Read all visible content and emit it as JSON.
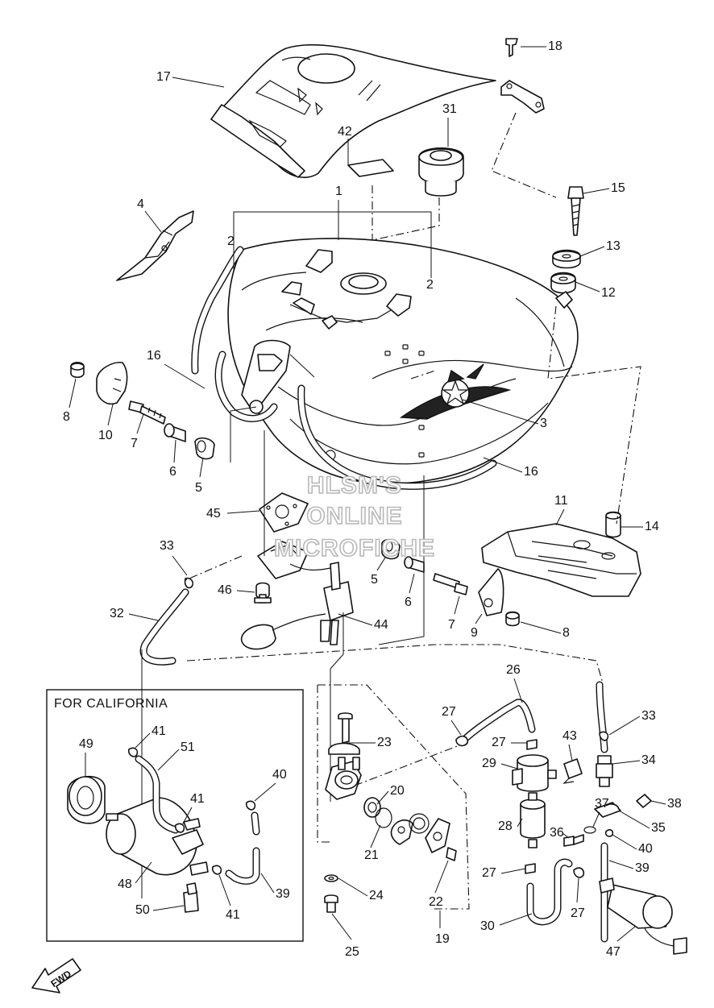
{
  "box_title": "FOR CALIFORNIA",
  "watermark": [
    "HLSM'S",
    "ONLINE",
    "MICROFICHE"
  ],
  "fwd_label": "FWD",
  "callouts": [
    {
      "id": "c17",
      "label": "17"
    },
    {
      "id": "c18",
      "label": "18"
    },
    {
      "id": "c42",
      "label": "42"
    },
    {
      "id": "c31",
      "label": "31"
    },
    {
      "id": "c1",
      "label": "1"
    },
    {
      "id": "c15",
      "label": "15"
    },
    {
      "id": "c4",
      "label": "4"
    },
    {
      "id": "c2a",
      "label": "2"
    },
    {
      "id": "c2b",
      "label": "2"
    },
    {
      "id": "c13",
      "label": "13"
    },
    {
      "id": "c12",
      "label": "12"
    },
    {
      "id": "c16a",
      "label": "16"
    },
    {
      "id": "c8a",
      "label": "8"
    },
    {
      "id": "c10",
      "label": "10"
    },
    {
      "id": "c7a",
      "label": "7"
    },
    {
      "id": "c6a",
      "label": "6"
    },
    {
      "id": "c5a",
      "label": "5"
    },
    {
      "id": "c3",
      "label": "3"
    },
    {
      "id": "c16b",
      "label": "16"
    },
    {
      "id": "c11",
      "label": "11"
    },
    {
      "id": "c14",
      "label": "14"
    },
    {
      "id": "c45",
      "label": "45"
    },
    {
      "id": "c33a",
      "label": "33"
    },
    {
      "id": "c5b",
      "label": "5"
    },
    {
      "id": "c46",
      "label": "46"
    },
    {
      "id": "c6b",
      "label": "6"
    },
    {
      "id": "c7b",
      "label": "7"
    },
    {
      "id": "c9",
      "label": "9"
    },
    {
      "id": "c8b",
      "label": "8"
    },
    {
      "id": "c32",
      "label": "32"
    },
    {
      "id": "c44",
      "label": "44"
    },
    {
      "id": "c26",
      "label": "26"
    },
    {
      "id": "c27a",
      "label": "27"
    },
    {
      "id": "c33b",
      "label": "33"
    },
    {
      "id": "c23",
      "label": "23"
    },
    {
      "id": "c27b",
      "label": "27"
    },
    {
      "id": "c43",
      "label": "43"
    },
    {
      "id": "c34",
      "label": "34"
    },
    {
      "id": "c29",
      "label": "29"
    },
    {
      "id": "c20",
      "label": "20"
    },
    {
      "id": "c38",
      "label": "38"
    },
    {
      "id": "c37",
      "label": "37"
    },
    {
      "id": "c36",
      "label": "36"
    },
    {
      "id": "c28",
      "label": "28"
    },
    {
      "id": "c35",
      "label": "35"
    },
    {
      "id": "c21",
      "label": "21"
    },
    {
      "id": "c40b",
      "label": "40"
    },
    {
      "id": "c27c",
      "label": "27"
    },
    {
      "id": "c39b",
      "label": "39"
    },
    {
      "id": "c24",
      "label": "24"
    },
    {
      "id": "c22",
      "label": "22"
    },
    {
      "id": "c27d",
      "label": "27"
    },
    {
      "id": "c30",
      "label": "30"
    },
    {
      "id": "c19",
      "label": "19"
    },
    {
      "id": "c25",
      "label": "25"
    },
    {
      "id": "c47",
      "label": "47"
    },
    {
      "id": "c49",
      "label": "49"
    },
    {
      "id": "c41a",
      "label": "41"
    },
    {
      "id": "c51",
      "label": "51"
    },
    {
      "id": "c40a",
      "label": "40"
    },
    {
      "id": "c41b",
      "label": "41"
    },
    {
      "id": "c48",
      "label": "48"
    },
    {
      "id": "c39a",
      "label": "39"
    },
    {
      "id": "c50",
      "label": "50"
    },
    {
      "id": "c41c",
      "label": "41"
    }
  ]
}
